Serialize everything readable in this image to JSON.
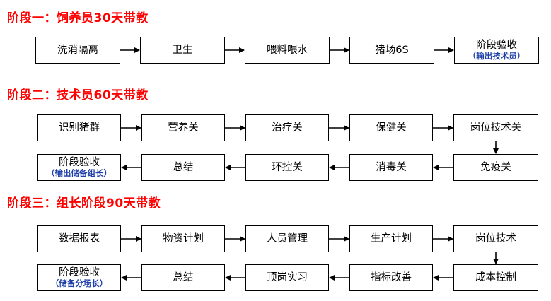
{
  "stages": [
    {
      "title": "阶段一：饲养员30天带教",
      "row1": [
        {
          "label": "洗消隔离"
        },
        {
          "label": "卫生"
        },
        {
          "label": "喂料喂水"
        },
        {
          "label": "猪场6S"
        },
        {
          "label": "阶段验收",
          "sub": "（输出技术员）"
        }
      ]
    },
    {
      "title": "阶段二：技术员60天带教",
      "row1": [
        {
          "label": "识别猪群"
        },
        {
          "label": "营养关"
        },
        {
          "label": "治疗关"
        },
        {
          "label": "保健关"
        },
        {
          "label": "岗位技术关"
        }
      ],
      "row2": [
        {
          "label": "阶段验收",
          "sub": "（输出储备组长）"
        },
        {
          "label": "总结"
        },
        {
          "label": "环控关"
        },
        {
          "label": "消毒关"
        },
        {
          "label": "免疫关"
        }
      ]
    },
    {
      "title": "阶段三：组长阶段90天带教",
      "row1": [
        {
          "label": "数据报表"
        },
        {
          "label": "物资计划"
        },
        {
          "label": "人员管理"
        },
        {
          "label": "生产计划"
        },
        {
          "label": "岗位技术"
        }
      ],
      "row2": [
        {
          "label": "阶段验收",
          "sub": "（储备分场长）"
        },
        {
          "label": "总结"
        },
        {
          "label": "顶岗实习"
        },
        {
          "label": "指标改善"
        },
        {
          "label": "成本控制"
        }
      ]
    }
  ]
}
